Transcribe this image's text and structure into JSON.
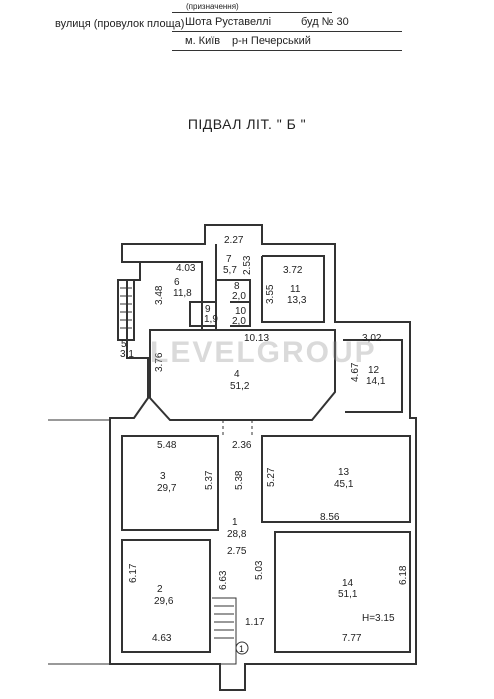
{
  "header": {
    "purpose_label": "(призначення)",
    "street_label": "вулиця (провулок площа)",
    "street_value": "Шота Руставеллі",
    "house_value": "буд № 30",
    "city_value": "м. Київ",
    "district_value": "р-н Печерський"
  },
  "title": "ПІДВАЛ ЛІТ. \" Б \"",
  "watermark": "LEVELGROUP",
  "rooms": [
    {
      "num": "1",
      "area": "28,8"
    },
    {
      "num": "2",
      "area": "29,6"
    },
    {
      "num": "3",
      "area": "29,7"
    },
    {
      "num": "4",
      "area": "51,2"
    },
    {
      "num": "5",
      "area": "3,1"
    },
    {
      "num": "6",
      "area": "11,8"
    },
    {
      "num": "7",
      "area": "5,7"
    },
    {
      "num": "8",
      "area": "2,0"
    },
    {
      "num": "9",
      "area": "1,9"
    },
    {
      "num": "10",
      "area": "2,0"
    },
    {
      "num": "11",
      "area": "13,3"
    },
    {
      "num": "12",
      "area": "14,1"
    },
    {
      "num": "13",
      "area": "45,1"
    },
    {
      "num": "14",
      "area": "51,1"
    }
  ],
  "dimensions": {
    "d_227": "2.27",
    "d_253": "2.53",
    "d_403": "4.03",
    "d_348": "3.48",
    "d_372": "3.72",
    "d_355": "3.55",
    "d_1013": "10.13",
    "d_302": "3,02",
    "d_376": "3.76",
    "d_467": "4.67",
    "d_548": "5.48",
    "d_236": "2.36",
    "d_537": "5.37",
    "d_538": "5.38",
    "d_527": "5.27",
    "d_856": "8.56",
    "d_275": "2.75",
    "d_617": "6.17",
    "d_663": "6.63",
    "d_503": "5.03",
    "d_618": "6.18",
    "d_117": "1.17",
    "d_463": "4.63",
    "d_777": "7.77"
  },
  "height_note": "H=3.15",
  "stair_marker": "1"
}
